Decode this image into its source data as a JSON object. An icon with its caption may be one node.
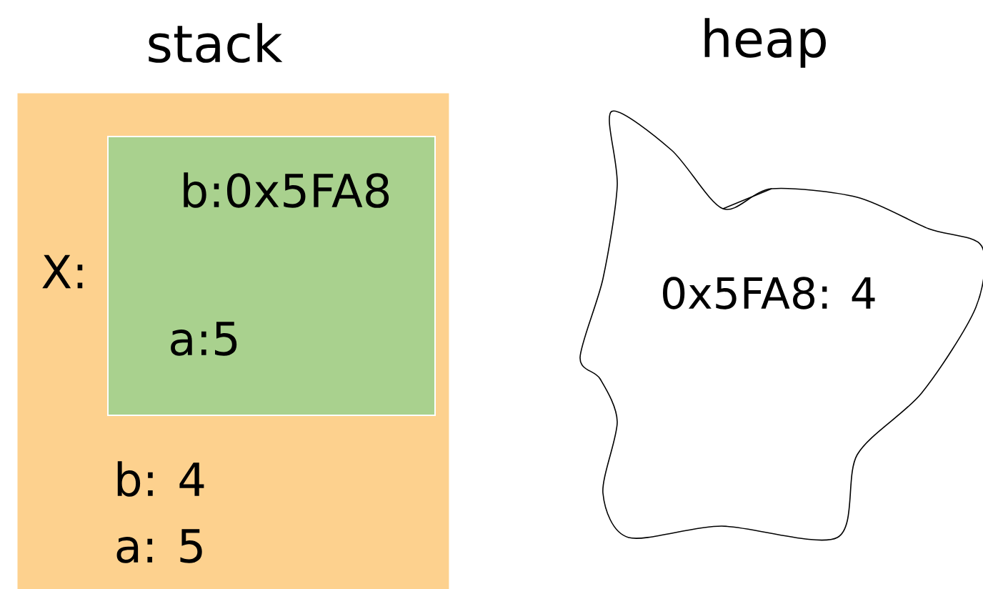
{
  "diagram": {
    "nodes": [
      {
        "text": [
          "stack",
          "X:",
          "b: 4",
          "a: 5"
        ]
      },
      {
        "text": [
          "b:0x5FA8",
          "a:5"
        ],
        "in": 0
      },
      {
        "text": [
          "heap",
          "0x5FA8: 4"
        ]
      }
    ]
  }
}
